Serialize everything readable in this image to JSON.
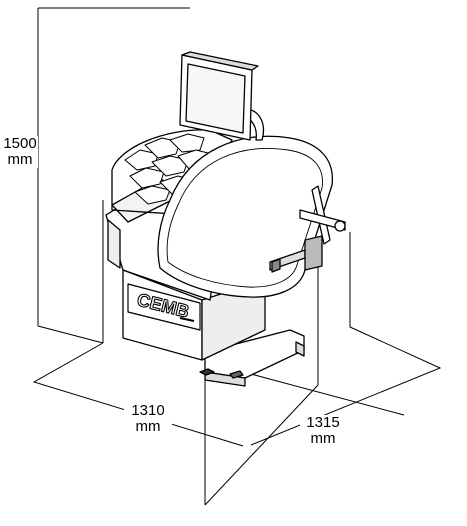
{
  "dimensions": {
    "height": {
      "value": "1500",
      "unit": "mm"
    },
    "width": {
      "value": "1310",
      "unit": "mm"
    },
    "depth": {
      "value": "1315",
      "unit": "mm"
    }
  },
  "machine": {
    "brand": "CEMB"
  }
}
